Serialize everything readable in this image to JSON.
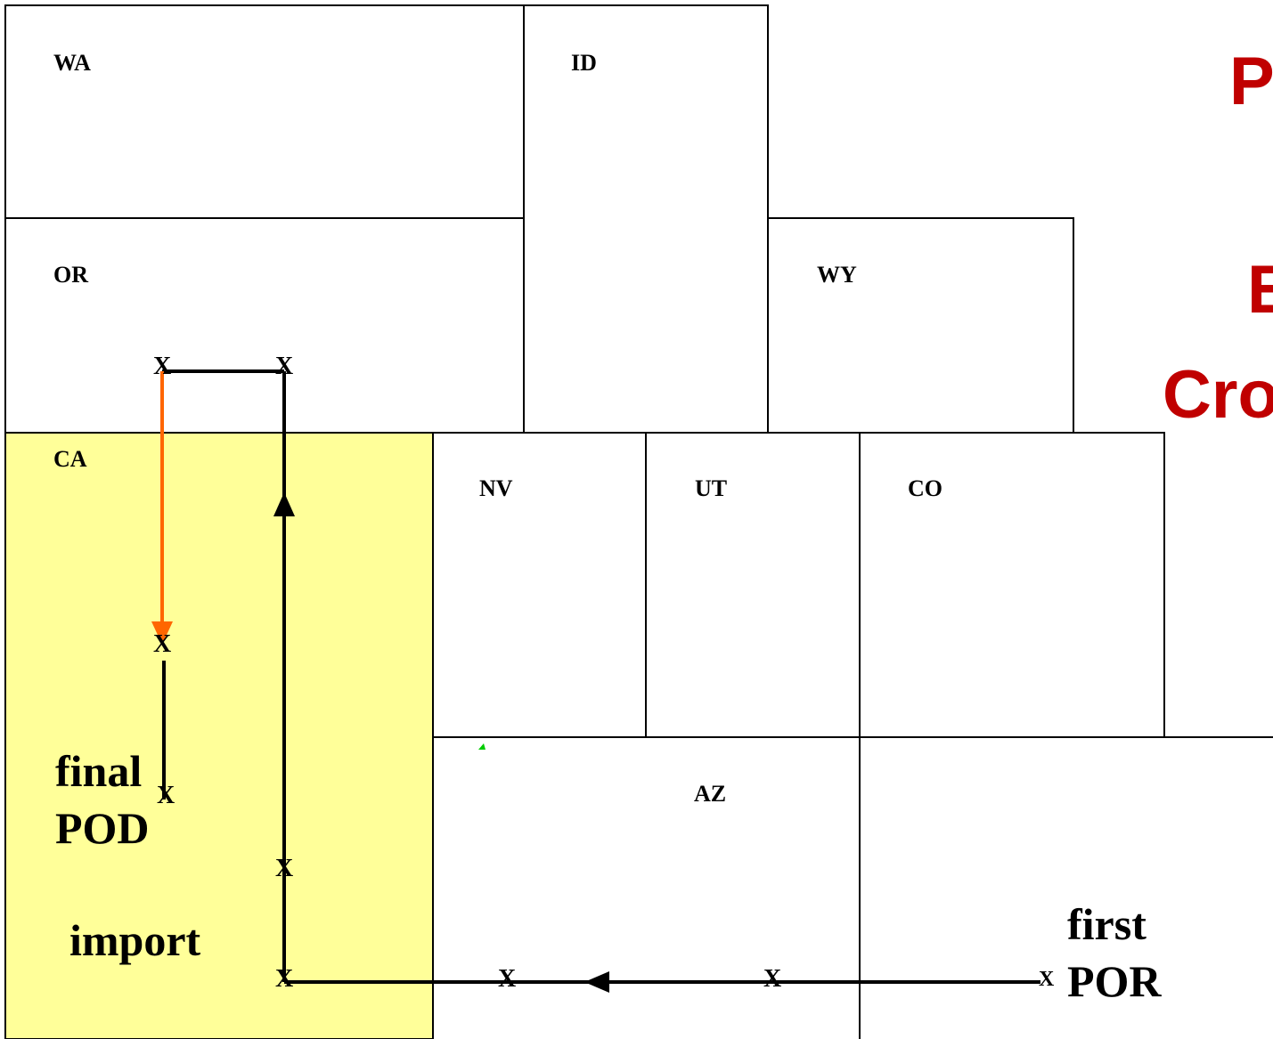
{
  "states": {
    "wa": "WA",
    "id": "ID",
    "or": "OR",
    "wy": "WY",
    "ca": "CA",
    "nv": "NV",
    "ut": "UT",
    "co": "CO",
    "az": "AZ"
  },
  "title_fragments": [
    "P",
    "E",
    "Cro"
  ],
  "labels": {
    "final": "final",
    "pod": "POD",
    "import": "import",
    "first": "first",
    "por": "POR"
  },
  "marker": "X",
  "colors": {
    "highlight_fill": "#ffff99",
    "title": "#c00000",
    "orange_path": "#ff6600",
    "path": "#000000",
    "border": "#000000"
  }
}
